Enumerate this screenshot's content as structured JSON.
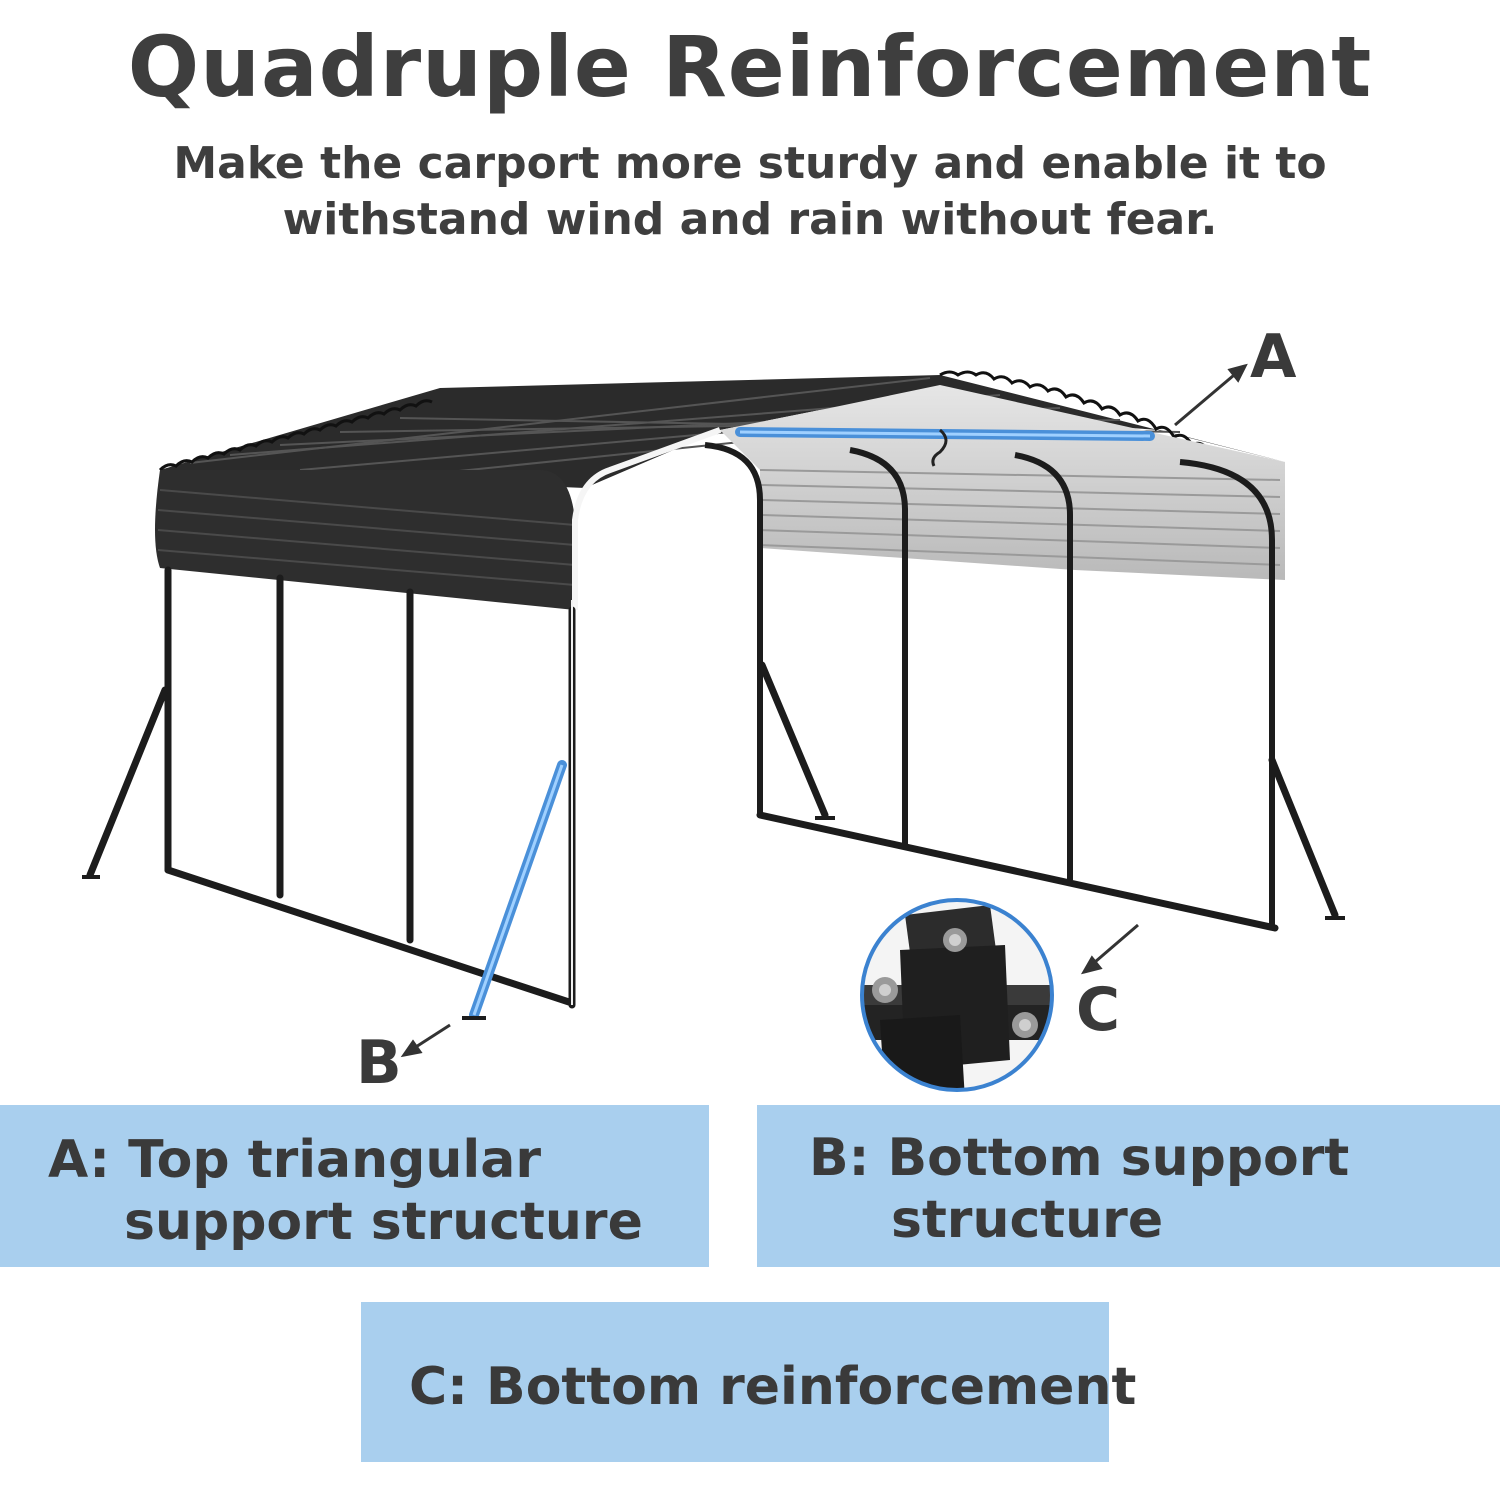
{
  "header": {
    "title": "Quadruple Reinforcement",
    "subtitle_line1": "Make the carport more sturdy and enable it to",
    "subtitle_line2": "withstand wind and rain without fear."
  },
  "callouts": {
    "a": "A",
    "b": "B",
    "c": "C"
  },
  "boxes": {
    "a": {
      "line1": "A: Top triangular",
      "line2": "support structure"
    },
    "b": {
      "line1": "B: Bottom support",
      "line2": "structure"
    },
    "c": {
      "line1": "C: Bottom reinforcement"
    }
  },
  "colors": {
    "box_fill": "#a9cfee",
    "highlight_blue": "#4a90d9",
    "frame_black": "#1c1c1c",
    "roof_dark": "#2a2a2a",
    "roof_inner": "#c8c8c8"
  },
  "icons": {
    "carport": "carport-illustration",
    "detail": "bracket-detail-inset",
    "arrow": "pointer-arrow"
  }
}
